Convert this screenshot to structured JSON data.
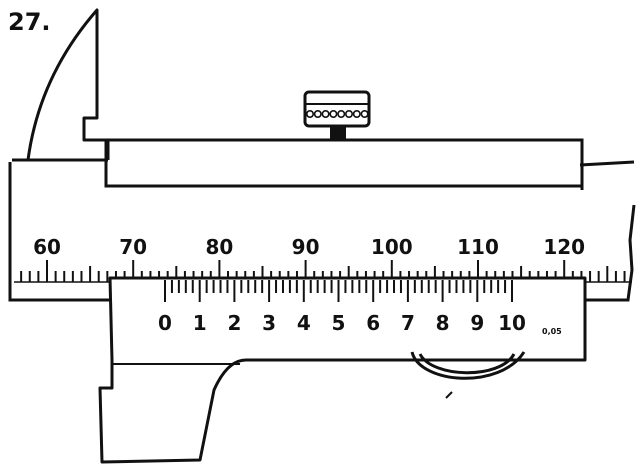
{
  "problem_number": "27.",
  "main_scale": {
    "labels": [
      "60",
      "70",
      "80",
      "90",
      "100",
      "110",
      "120"
    ],
    "values": [
      60,
      70,
      80,
      90,
      100,
      110,
      120
    ]
  },
  "vernier_scale": {
    "labels": [
      "0",
      "1",
      "2",
      "3",
      "4",
      "5",
      "6",
      "7",
      "8",
      "9",
      "10"
    ],
    "values": [
      0,
      1,
      2,
      3,
      4,
      5,
      6,
      7,
      8,
      9,
      10
    ],
    "resolution": "0,05"
  },
  "colors": {
    "ink": "#111111",
    "paper": "#ffffff"
  }
}
